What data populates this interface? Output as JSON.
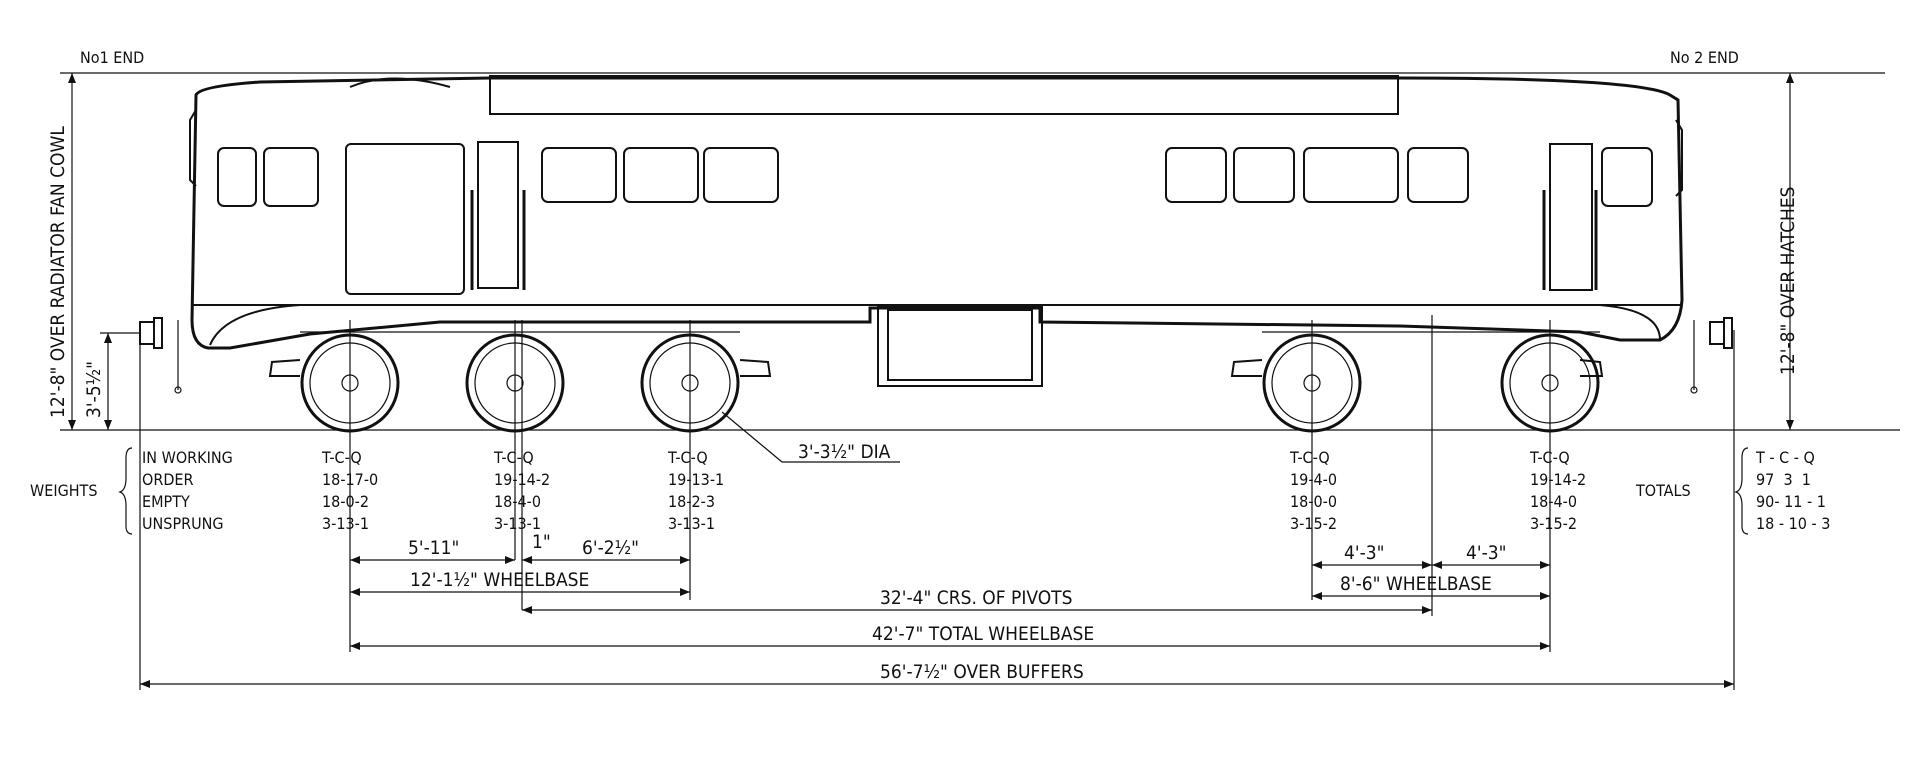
{
  "ends": {
    "left": "No1 END",
    "right": "No 2 END"
  },
  "heights": {
    "left_total": "12'-8\" OVER RADIATOR FAN COWL",
    "left_buffer": "3'-5½\"",
    "right_total": "12'-8\" OVER HATCHES"
  },
  "wheel_dia": "3'-3½\" DIA",
  "weights": {
    "title": "WEIGHTS",
    "rows": [
      "IN WORKING",
      "ORDER",
      "EMPTY",
      "UNSPRUNG"
    ],
    "axles": [
      {
        "header": "T-C-Q",
        "values": [
          "18-17-0",
          "18-0-2",
          "3-13-1"
        ]
      },
      {
        "header": "T-C-Q",
        "values": [
          "19-14-2",
          "18-4-0",
          "3-13-1"
        ]
      },
      {
        "header": "T-C-Q",
        "values": [
          "19-13-1",
          "18-2-3",
          "3-13-1"
        ]
      },
      {
        "header": "T-C-Q",
        "values": [
          "19-4-0",
          "18-0-0",
          "3-15-2"
        ]
      },
      {
        "header": "T-C-Q",
        "values": [
          "19-14-2",
          "18-4-0",
          "3-15-2"
        ]
      }
    ],
    "totals_label": "TOTALS",
    "totals_header": "T - C - Q",
    "totals": [
      "97  3  1",
      "90- 11 - 1",
      "18 - 10 - 3"
    ]
  },
  "dimensions": {
    "axle_1_2": "5'-11\"",
    "axle_2_gap": "1\"",
    "axle_2_3": "6'-2½\"",
    "bogie1_wheelbase": "12'-1½\" WHEELBASE",
    "axle_4_pivot": "4'-3\"",
    "pivot_axle_5": "4'-3\"",
    "bogie2_wheelbase": "8'-6\" WHEELBASE",
    "pivots": "32'-4\" CRS. OF PIVOTS",
    "total_wheelbase": "42'-7\" TOTAL WHEELBASE",
    "over_buffers": "56'-7½\" OVER BUFFERS"
  }
}
